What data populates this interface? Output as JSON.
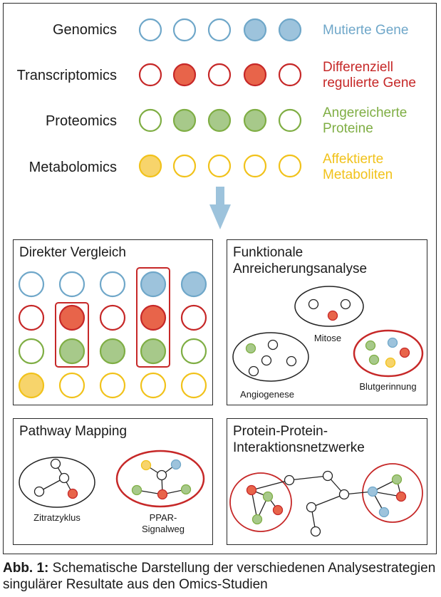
{
  "colors": {
    "blue": "#6fa7c9",
    "blue_fill": "#9dc3dc",
    "red": "#c62828",
    "red_fill": "#e8644a",
    "green": "#7fae44",
    "green_fill": "#a7c98a",
    "yellow": "#f1c21b",
    "yellow_fill": "#f7d46b",
    "arrow": "#9dc3dc"
  },
  "rows": [
    {
      "label": "Genomics",
      "category": "Mutierte Gene",
      "color": "blue",
      "filled": [
        false,
        false,
        false,
        true,
        true
      ]
    },
    {
      "label": "Transcriptomics",
      "category": "Differenziell regulierte Gene",
      "color": "red",
      "filled": [
        false,
        true,
        false,
        true,
        false
      ]
    },
    {
      "label": "Proteomics",
      "category": "Angereicherte Proteine",
      "color": "green",
      "filled": [
        false,
        true,
        true,
        true,
        false
      ]
    },
    {
      "label": "Metabolomics",
      "category": "Affektierte Metaboliten",
      "color": "yellow",
      "filled": [
        true,
        false,
        false,
        false,
        false
      ]
    }
  ],
  "panels": {
    "direct": {
      "title": "Direkter Vergleich"
    },
    "enrichment": {
      "title": "Funktionale Anreicherungsanalyse",
      "sets": [
        "Mitose",
        "Angiogenese",
        "Blutgerinnung"
      ]
    },
    "pathway": {
      "title": "Pathway Mapping",
      "pathways": [
        "Zitratzyklus",
        "PPAR-Signalweg"
      ]
    },
    "ppi": {
      "title": "Protein-Protein-Interaktionsnetzwerke"
    }
  },
  "caption": {
    "prefix": "Abb. 1:",
    "text": "Schematische Darstellung der verschiedenen Analysestrategien singulärer Resultate aus den Omics-Studien"
  }
}
